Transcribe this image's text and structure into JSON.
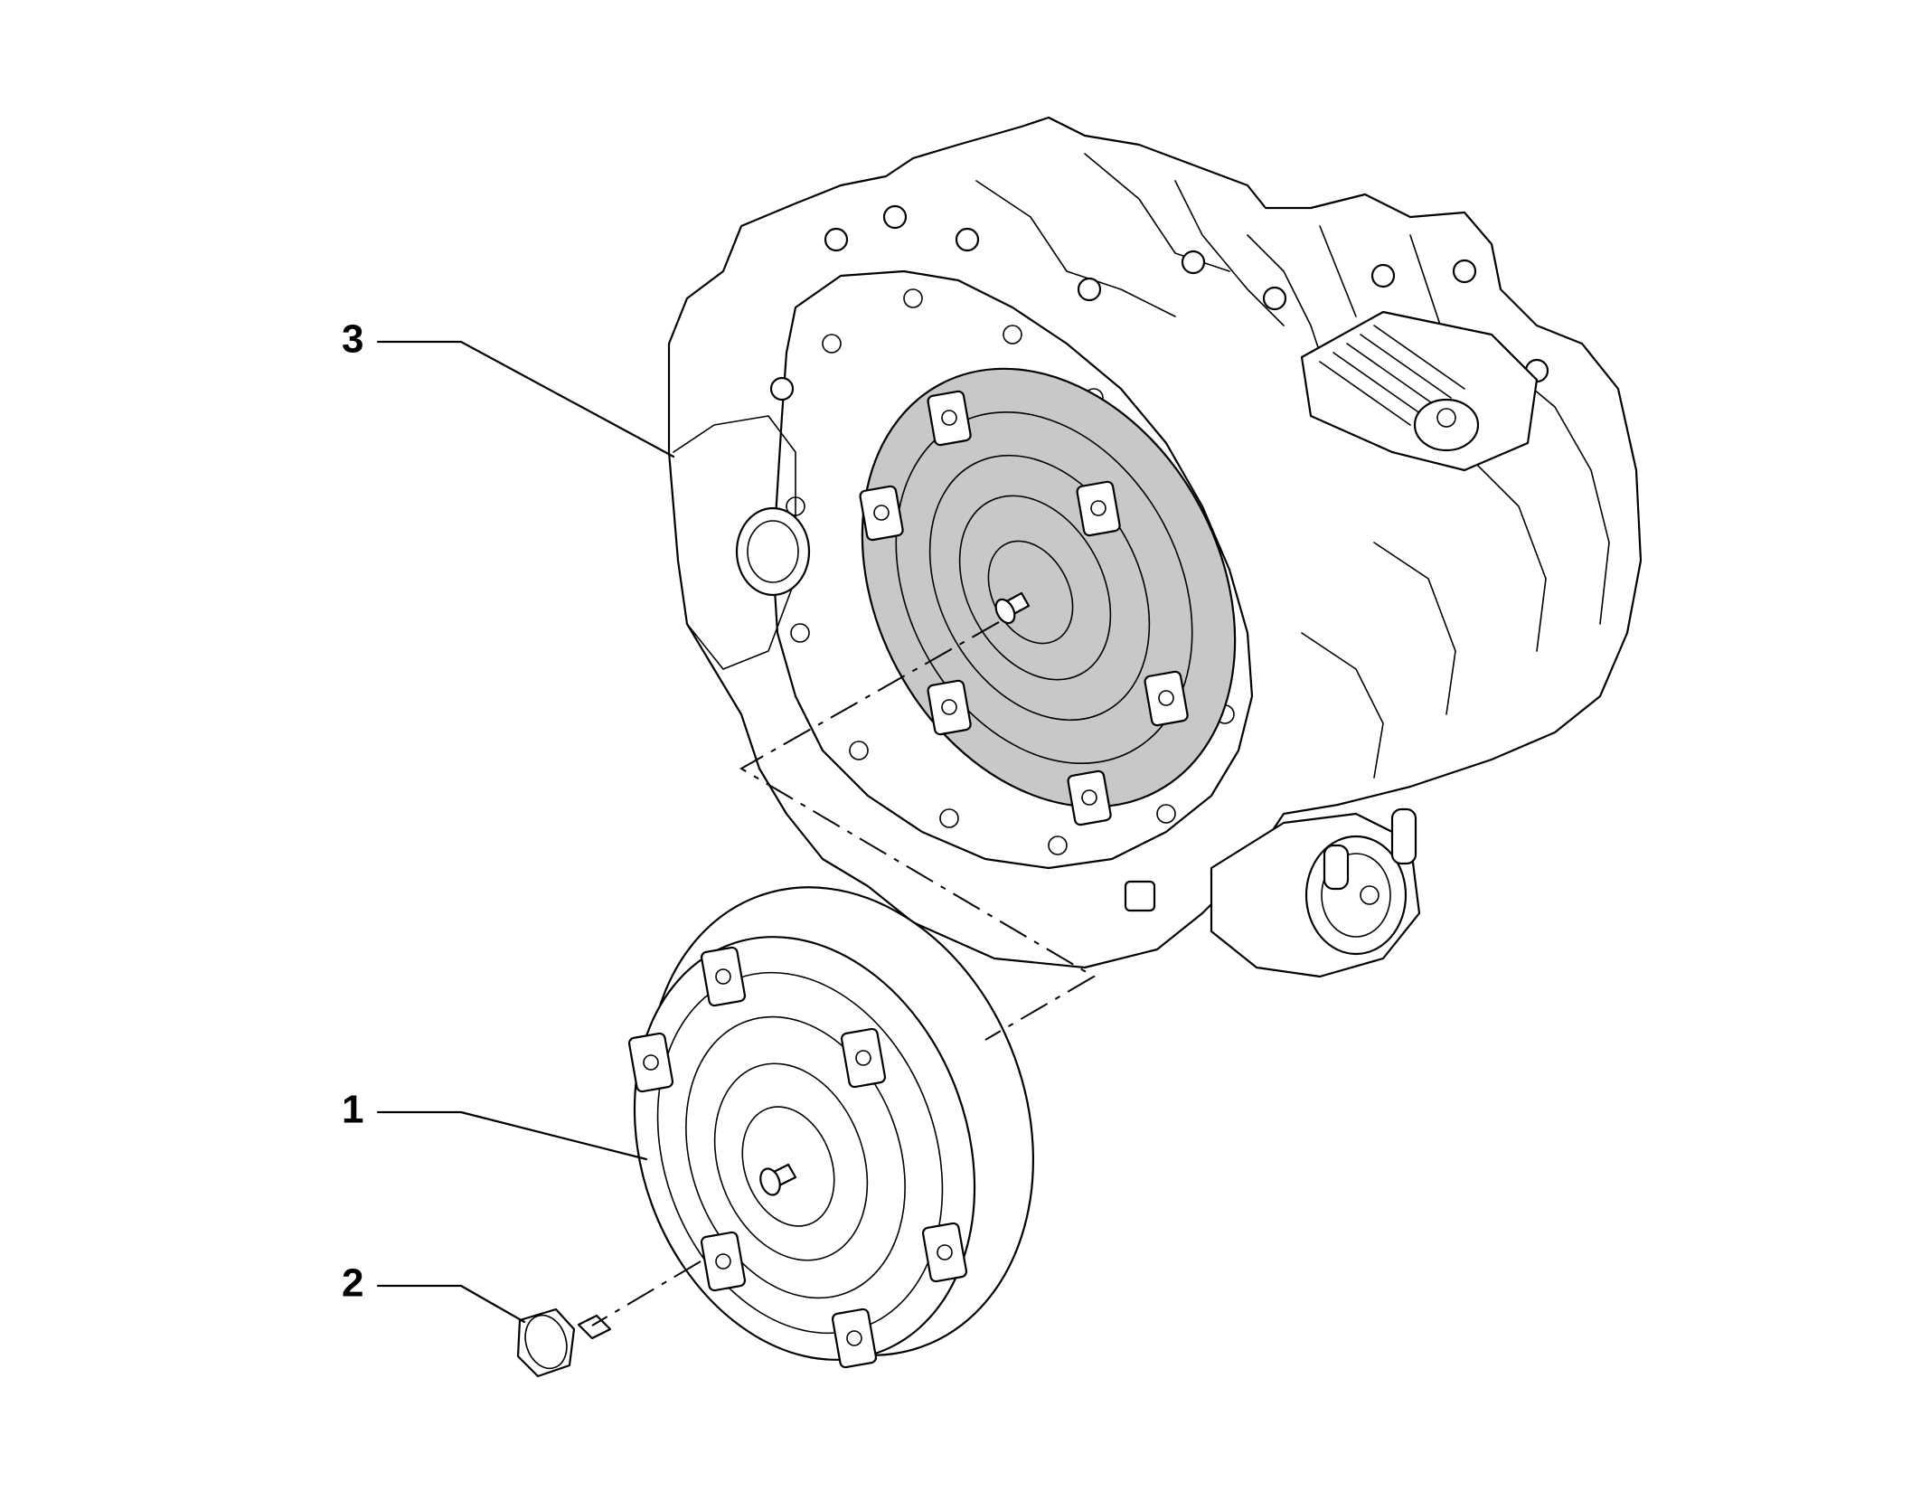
{
  "callouts": [
    {
      "number": "3"
    },
    {
      "number": "1"
    },
    {
      "number": "2"
    }
  ],
  "colors": {
    "line": "#000000",
    "background": "#ffffff",
    "mating_face_fill": "#c8c8c8"
  }
}
